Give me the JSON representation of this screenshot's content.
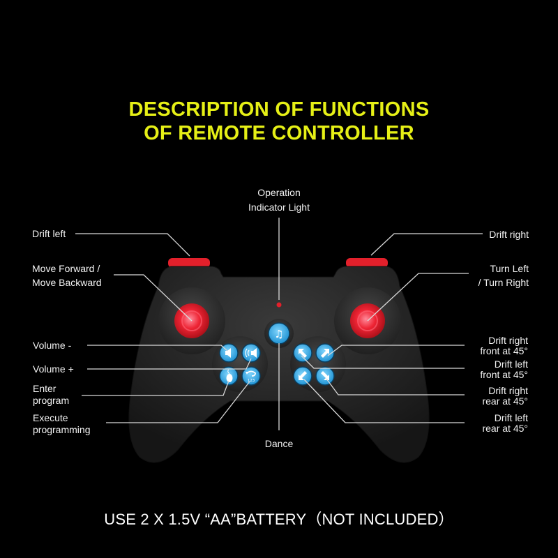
{
  "title": {
    "line1": "DESCRIPTION OF FUNCTIONS",
    "line2": "OF REMOTE CONTROLLER",
    "color": "#e6f016"
  },
  "labels": {
    "indicator_line1": "Operation",
    "indicator_line2": "Indicator Light",
    "drift_left": "Drift left",
    "drift_right": "Drift right",
    "move_line1": "Move Forward /",
    "move_line2": "Move Backward",
    "turn_line1": "Turn Left",
    "turn_line2": "/ Turn Right",
    "volume_down": "Volume -",
    "volume_up": "Volume +",
    "enter_line1": "Enter",
    "enter_line2": "program",
    "execute_line1": "Execute",
    "execute_line2": "programming",
    "dance": "Dance",
    "drf_line1": "Drift right",
    "drf_line2": "front at 45°",
    "dlf_line1": "Drift left",
    "dlf_line2": "front at 45°",
    "drr_line1": "Drift right",
    "drr_line2": "rear at 45°",
    "dlr_line1": "Drift left",
    "dlr_line2": "rear at 45°"
  },
  "buttons": {
    "icon_123": "123"
  },
  "footer": "USE 2 X 1.5V “AA”BATTERY（NOT INCLUDED）",
  "colors": {
    "accent_red": "#e3202b",
    "button_blue": "#2ea8e6",
    "body": "#2a2a2a"
  }
}
